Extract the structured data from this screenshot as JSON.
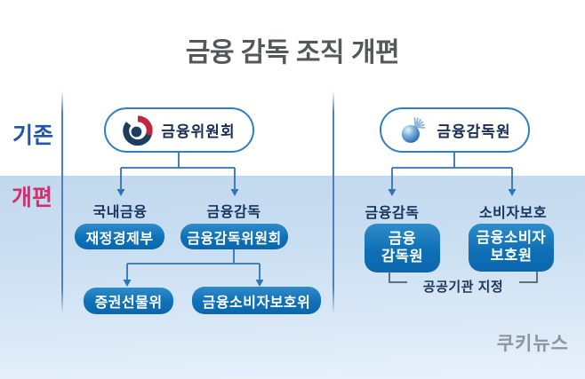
{
  "title": "금융 감독 조직 개편",
  "rows": {
    "before_label": "기존",
    "after_label": "개편"
  },
  "left": {
    "root_label": "금융위원회",
    "root_logo": "taegeuk-emblem-icon",
    "branch1_label": "국내금융",
    "branch2_label": "금융감독",
    "node1": "재정경제부",
    "node2": "금융감독위원회",
    "child1": "증권선물위",
    "child2": "금융소비자보호위"
  },
  "right": {
    "root_label": "금융감독원",
    "root_logo": "fss-sphere-icon",
    "branch1_label": "금융감독",
    "branch2_label": "소비자보호",
    "node1_line1": "금융",
    "node1_line2": "감독원",
    "node2_line1": "금융소비자",
    "node2_line2": "보호원",
    "note": "공공기관 지정"
  },
  "credit": "쿠키뉴스",
  "colors": {
    "pill_blue": "#0f70b6",
    "box_border_blue": "#2e7fc3",
    "connector_blue": "#2e74b6",
    "before_label_blue": "#2056a8",
    "after_label_pink": "#d52d6e",
    "navy_text": "#17345c",
    "title_gray": "#56575a",
    "band_blue_top": "#c2d8ee",
    "band_blue_bottom": "#e7f1fb",
    "emblem_red": "#c3253b",
    "emblem_navy": "#1c3c60"
  }
}
